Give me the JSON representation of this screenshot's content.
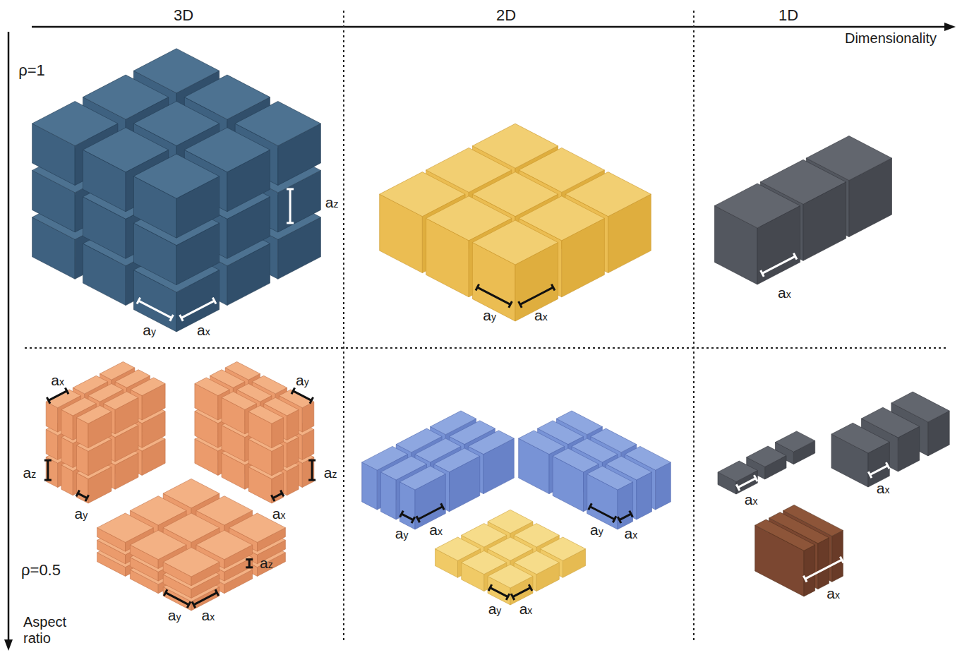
{
  "diagram": {
    "labels": [
      "3D",
      "2D",
      "1D",
      "Dimensionality",
      "ρ=1",
      "az",
      "ay",
      "ax",
      "ay",
      "ax",
      "ax",
      "ax",
      "az",
      "ay",
      "ay",
      "az",
      "ax",
      "az",
      "ay",
      "ax",
      "ρ=0.5",
      "ay",
      "ax",
      "ay",
      "ax",
      "ay",
      "ax",
      "ax",
      "ax",
      "ax",
      "Aspect ratio"
    ]
  }
}
